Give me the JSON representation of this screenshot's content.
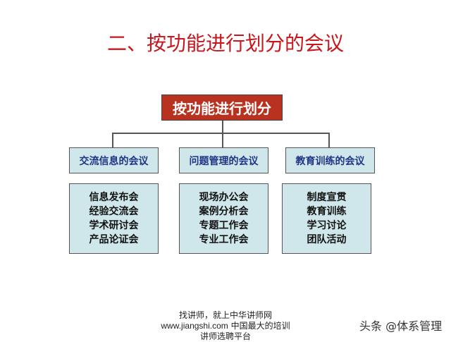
{
  "title": "二、按功能进行划分的会议",
  "root": "按功能进行划分",
  "categories": [
    {
      "label": "交流信息的会议",
      "items": [
        "信息发布会",
        "经验交流会",
        "学术研讨会",
        "产品论证会"
      ]
    },
    {
      "label": "问题管理的会议",
      "items": [
        "现场办公会",
        "案例分析会",
        "专题工作会",
        "专业工作会"
      ]
    },
    {
      "label": "教育训练的会议",
      "items": [
        "制度宣贯",
        "教育训练",
        "学习讨论",
        "团队活动"
      ]
    }
  ],
  "footer": {
    "line1": "找讲师，就上中华讲师网",
    "url": "www.jiangshi.com",
    "line2": "中国最大的培训",
    "line3": "讲师选聘平台"
  },
  "watermark": "头条 @体系管理"
}
